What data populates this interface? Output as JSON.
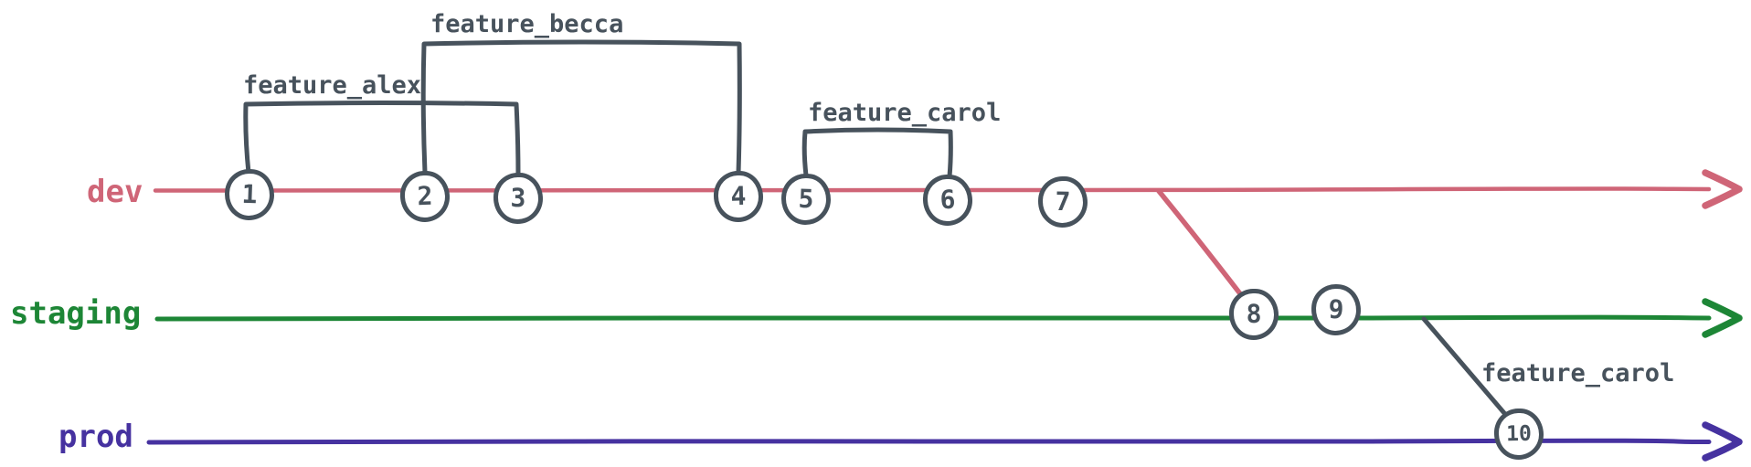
{
  "branches": [
    {
      "name": "dev",
      "color": "#cf6577"
    },
    {
      "name": "staging",
      "color": "#1d8636"
    },
    {
      "name": "prod",
      "color": "#4632a0"
    }
  ],
  "commits": [
    {
      "id": "1",
      "branch": "dev"
    },
    {
      "id": "2",
      "branch": "dev"
    },
    {
      "id": "3",
      "branch": "dev"
    },
    {
      "id": "4",
      "branch": "dev"
    },
    {
      "id": "5",
      "branch": "dev"
    },
    {
      "id": "6",
      "branch": "dev"
    },
    {
      "id": "7",
      "branch": "dev"
    },
    {
      "id": "8",
      "branch": "staging"
    },
    {
      "id": "9",
      "branch": "staging"
    },
    {
      "id": "10",
      "branch": "prod"
    }
  ],
  "features": [
    {
      "label": "feature_alex",
      "branched_from_commit": "1",
      "merged_at_commit": "3"
    },
    {
      "label": "feature_becca",
      "branched_from_commit": "2",
      "merged_at_commit": "4"
    },
    {
      "label": "feature_carol",
      "branched_from_commit": "5",
      "merged_at_commit": "6"
    },
    {
      "label": "feature_carol",
      "branched_from_commit": "9",
      "merged_at_commit": "10"
    }
  ],
  "connections": [
    {
      "from_branch": "dev",
      "to_branch": "staging",
      "at_commit": "8"
    },
    {
      "from_branch": "staging",
      "to_branch": "prod",
      "at_commit": "10",
      "label": "feature_carol"
    }
  ],
  "colors": {
    "dev": "#cf6577",
    "staging": "#1d8636",
    "prod": "#4632a0",
    "node_stroke": "#47525c",
    "label_text": "#47525c",
    "background": "#ffffff"
  }
}
